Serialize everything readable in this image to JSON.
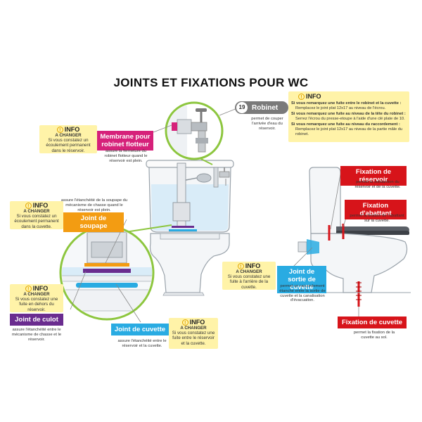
{
  "title": "JOINTS ET FIXATIONS POUR WC",
  "info_word": "INFO",
  "info_icon": "exclamation-icon",
  "colors": {
    "membrane": "#d6217a",
    "soupape": "#f39c12",
    "culot": "#6a2c8f",
    "cuvette_joint": "#29abe2",
    "sortie": "#29abe2",
    "fixation": "#d7141a",
    "info_bg": "#fff3a8",
    "robinet": "#7a7a7a",
    "callout_circle": "#8dc63f"
  },
  "robinet": {
    "number": "19",
    "label": "Robinet",
    "desc": "permet de couper l'arrivée d'eau du réservoir."
  },
  "robinet_info": {
    "items": [
      {
        "title": "Si vous remarquez une fuite entre le robinet et la cuvette :",
        "text": "Remplacez le joint plat 12x17 au niveau de l'écrou."
      },
      {
        "title": "Si vous remarquez une fuite au niveau de la tête du robinet :",
        "text": "Serrez l'écrou du presse-etoupe à l'aide d'une clé plate de 10."
      },
      {
        "title": "Si vous remarquez une fuite au niveau du raccordement :",
        "text": "Remplacez le joint plat 12x17 au niveau de la partie mâle du robinet."
      }
    ]
  },
  "membrane": {
    "label": "Membrane pour robinet flotteur",
    "desc": "assure la fermeture du robinet flotteur quand le réservoir est plein.",
    "info_sub": "A CHANGER",
    "info_text": "Si vous constatez un écoulement permanent dans le réservoir."
  },
  "soupape": {
    "label": "Joint de soupape",
    "desc": "assure l'étanchéité de la soupape du mécanisme de chasse quand le réservoir est plein.",
    "info_sub": "A CHANGER",
    "info_text": "Si vous constatez un écoulement permanent dans la cuvette."
  },
  "culot": {
    "label": "Joint de culot",
    "desc": "assure l'étanchéité entre le mécanisme de chasse et le réservoir.",
    "info_sub": "A CHANGER",
    "info_text": "Si vous constatez une fuite en dehors du réservoir."
  },
  "cuvette_joint": {
    "label": "Joint de cuvette",
    "desc": "assure l'étanchéité entre le réservoir et la cuvette.",
    "info_sub": "A CHANGER",
    "info_text": "Si vous constatez une fuite entre le réservoir et la cuvette."
  },
  "sortie": {
    "label": "Joint de sortie de cuvette",
    "desc": "permet un raccordement étanche entre la sortie de cuvette et la canalisation d'évacuation.",
    "info_sub": "A CHANGER",
    "info_text": "Si vous constatez une fuite à l'arrière de la cuvette."
  },
  "fix_reservoir": {
    "label": "Fixation de réservoir",
    "desc": "permet la solidarition du réservoir et de la cuvette."
  },
  "fix_abattant": {
    "label": "Fixation d'abattant",
    "desc": "permet la fixation de l'abattant sur la cuvette."
  },
  "fix_cuvette": {
    "label": "Fixation de cuvette",
    "desc": "permet la fixation de la cuvette au sol."
  }
}
